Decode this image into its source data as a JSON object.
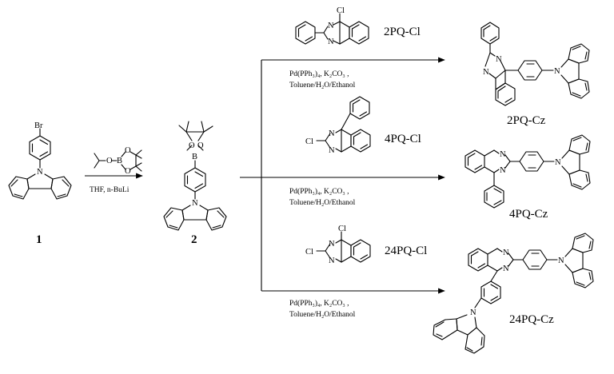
{
  "compounds": {
    "c1": {
      "label": "1",
      "atoms": {
        "br": "Br",
        "n": "N"
      }
    },
    "c2": {
      "label": "2",
      "atoms": {
        "b": "B",
        "o1": "O",
        "o2": "O",
        "n": "N"
      }
    },
    "r2pq": {
      "label": "2PQ-Cl",
      "atoms": {
        "cl": "Cl",
        "n1": "N",
        "n2": "N"
      }
    },
    "r4pq": {
      "label": "4PQ-Cl",
      "atoms": {
        "cl": "Cl",
        "n1": "N",
        "n2": "N"
      }
    },
    "r24pq": {
      "label": "24PQ-Cl",
      "atoms": {
        "cl1": "Cl",
        "cl2": "Cl",
        "n1": "N",
        "n2": "N"
      }
    },
    "p2pq": {
      "label": "2PQ-Cz",
      "atoms": {
        "n1": "N",
        "n2": "N",
        "ncz": "N"
      }
    },
    "p4pq": {
      "label": "4PQ-Cz",
      "atoms": {
        "n1": "N",
        "n2": "N",
        "ncz": "N"
      }
    },
    "p24pq": {
      "label": "24PQ-Cz",
      "atoms": {
        "n1": "N",
        "n2": "N",
        "ncz1": "N",
        "ncz2": "N"
      }
    }
  },
  "reagent": {
    "o": "O",
    "b": "B"
  },
  "conditions": {
    "step1": {
      "line": "THF, n-BuLi"
    },
    "suzuki": {
      "catalyst": "Pd(PPh₃)₄, K₂CO₃ ,",
      "solvent": "Toluene/H₂O/Ethanol"
    }
  }
}
